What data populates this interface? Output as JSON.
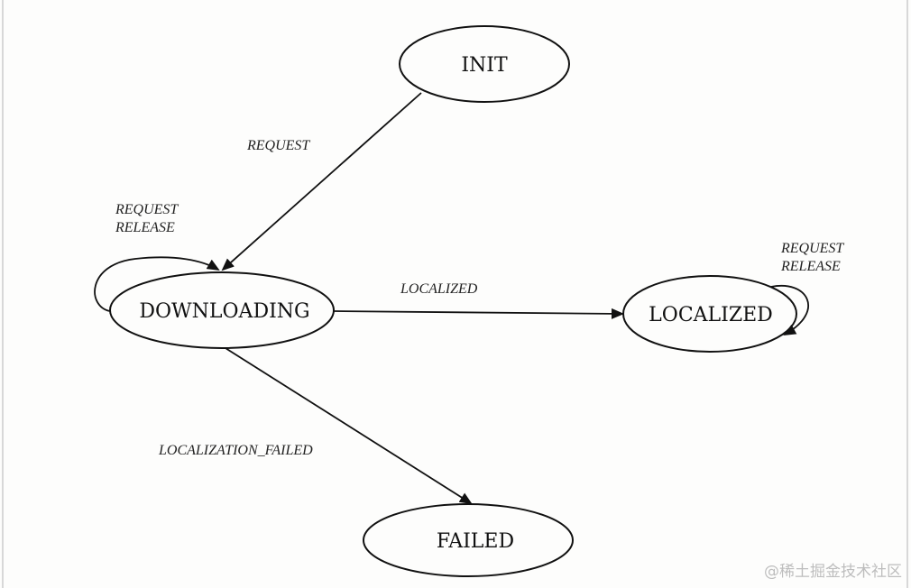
{
  "states": {
    "init": "INIT",
    "downloading": "DOWNLOADING",
    "localized": "LOCALIZED",
    "failed": "FAILED"
  },
  "transitions": {
    "init_to_downloading": "REQUEST",
    "downloading_self_1": "REQUEST",
    "downloading_self_2": "RELEASE",
    "downloading_to_localized": "LOCALIZED",
    "localized_self_1": "REQUEST",
    "localized_self_2": "RELEASE",
    "downloading_to_failed": "LOCALIZATION_FAILED"
  },
  "watermark": "@稀土掘金技术社区",
  "colors": {
    "stroke": "#111111",
    "background": "#fdfdfc"
  }
}
